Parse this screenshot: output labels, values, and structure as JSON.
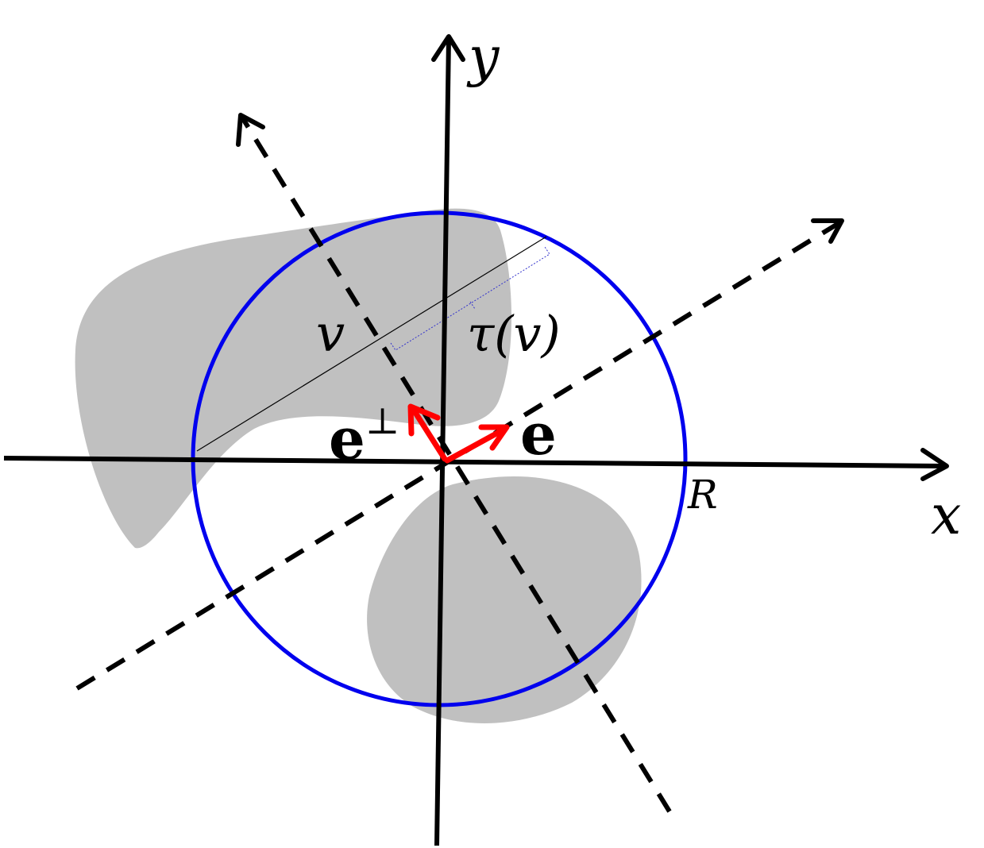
{
  "labels": {
    "y_axis": "y",
    "x_axis": "x",
    "radius": "R",
    "v": "v",
    "tau_v": "τ(v)",
    "e": "e",
    "e_perp_base": "e",
    "e_perp_sup": "⊥"
  },
  "colors": {
    "axes": "#000000",
    "circle": "#0000ee",
    "vectors": "#ff0000",
    "shape_fill": "#c0c0c0",
    "projection_bracket": "#3333cc"
  },
  "icons": {
    "axis_arrowheads": "chevron-arrow-icon"
  }
}
